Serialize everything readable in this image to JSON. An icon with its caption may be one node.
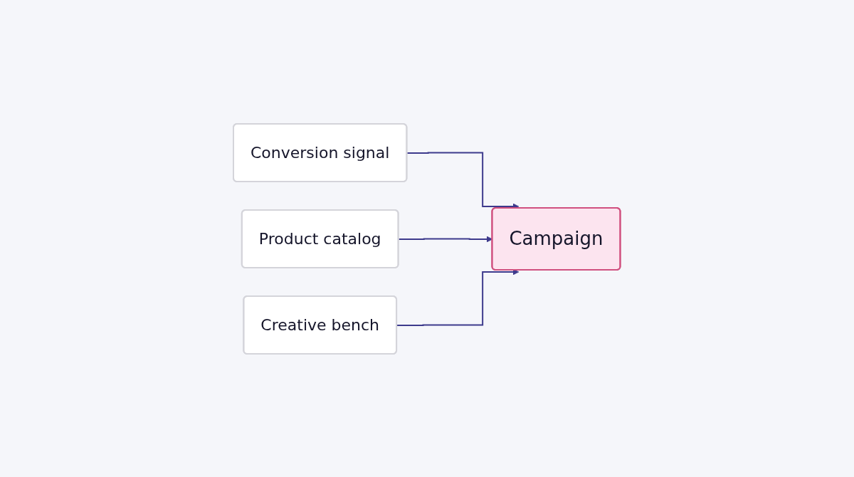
{
  "diagram": {
    "nodes": [
      {
        "text": [
          "Conversion signal"
        ]
      },
      {
        "text": [
          "Product catalog"
        ]
      },
      {
        "text": [
          "Creative bench"
        ]
      },
      {
        "text": [
          "Campaign"
        ]
      }
    ],
    "edges": [
      {
        "from": 0,
        "to": 3,
        "arrow": "to"
      },
      {
        "from": 1,
        "to": 3,
        "arrow": "to"
      },
      {
        "from": 2,
        "to": 3,
        "arrow": "to"
      }
    ]
  }
}
